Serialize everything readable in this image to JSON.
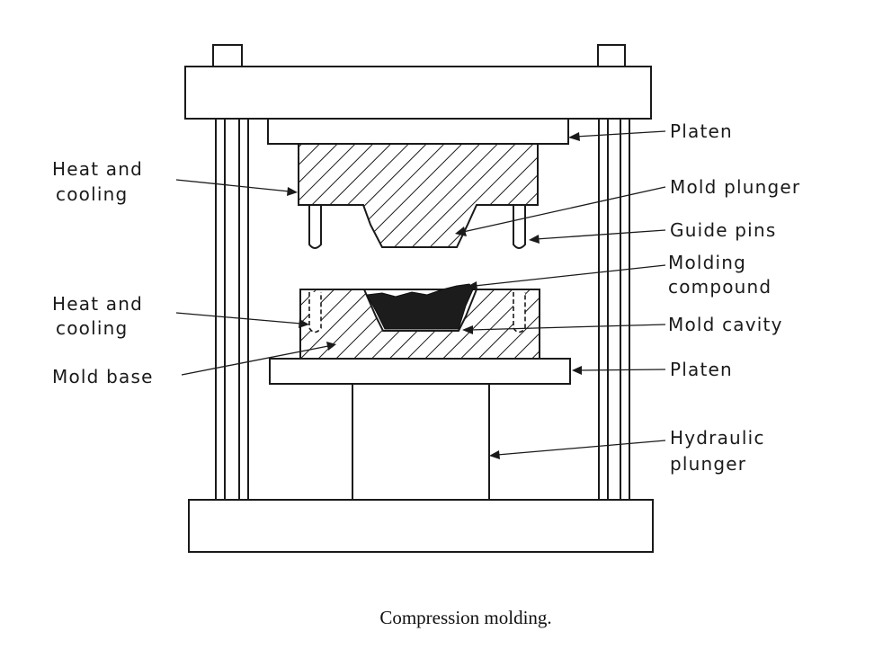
{
  "labels": {
    "platen_top": "Platen",
    "mold_plunger": "Mold plunger",
    "guide_pins": "Guide pins",
    "molding_compound_l1": "Molding",
    "molding_compound_l2": "compound",
    "mold_cavity": "Mold cavity",
    "platen_bottom": "Platen",
    "hydraulic_plunger_l1": "Hydraulic",
    "hydraulic_plunger_l2": "plunger",
    "heat_cooling_top_l1": "Heat and",
    "heat_cooling_top_l2": "cooling",
    "heat_cooling_bottom_l1": "Heat and",
    "heat_cooling_bottom_l2": "cooling",
    "mold_base": "Mold base"
  },
  "caption": "Compression molding."
}
